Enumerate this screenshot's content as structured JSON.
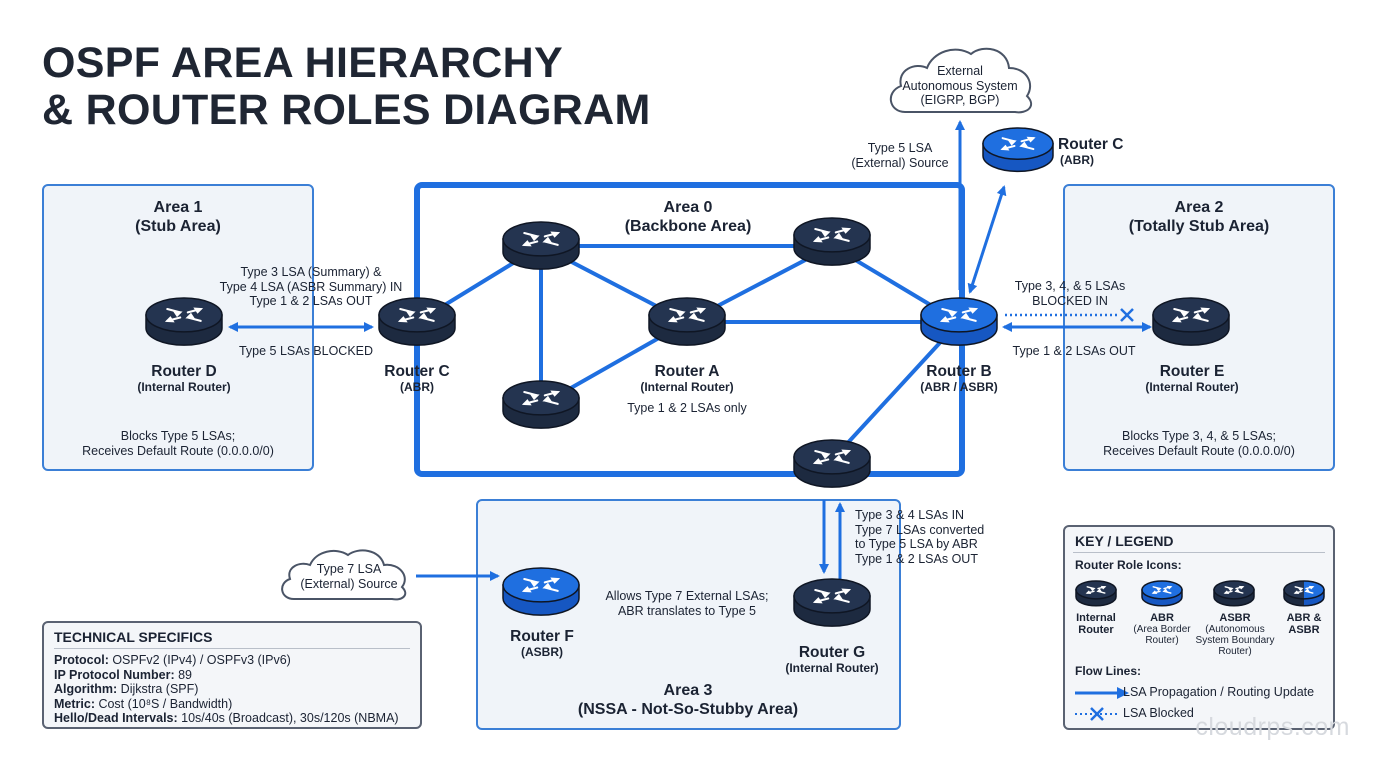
{
  "title": {
    "line1": "OSPF AREA HIERARCHY",
    "line2": "& ROUTER ROLES DIAGRAM"
  },
  "external_as": {
    "line1": "External",
    "line2": "Autonomous System",
    "line3": "(EIGRP, BGP)"
  },
  "type5_source": {
    "line1": "Type 5 LSA",
    "line2": "(External) Source"
  },
  "type7_source": {
    "line1": "Type 7 LSA",
    "line2": "(External) Source"
  },
  "areas": {
    "area1": {
      "title": "Area 1",
      "subtitle": "(Stub Area)",
      "note1": "Blocks Type 5 LSAs;",
      "note2": "Receives Default Route (0.0.0.0/0)"
    },
    "area0": {
      "title": "Area 0",
      "subtitle": "(Backbone Area)"
    },
    "area2": {
      "title": "Area 2",
      "subtitle": "(Totally Stub Area)",
      "note1": "Blocks Type 3, 4, & 5 LSAs;",
      "note2": "Receives Default Route (0.0.0.0/0)"
    },
    "area3": {
      "title": "Area 3",
      "subtitle": "(NSSA - Not-So-Stubby Area)",
      "note1": "Allows Type 7 External LSAs;",
      "note2": "ABR translates to Type 5"
    }
  },
  "routers": {
    "d": {
      "name": "Router D",
      "role": "(Internal Router)"
    },
    "c": {
      "name": "Router C",
      "role": "(ABR)"
    },
    "a": {
      "name": "Router A",
      "role": "(Internal Router)",
      "note": "Type 1 & 2 LSAs only"
    },
    "b": {
      "name": "Router B",
      "role": "(ABR / ASBR)"
    },
    "e": {
      "name": "Router E",
      "role": "(Internal Router)"
    },
    "c_top": {
      "name": "Router C",
      "role": "(ABR)"
    },
    "f": {
      "name": "Router F",
      "role": "(ASBR)"
    },
    "g": {
      "name": "Router G",
      "role": "(Internal Router)"
    }
  },
  "flows": {
    "c_d_1": "Type 3 LSA (Summary) &",
    "c_d_2": "Type 4 LSA (ASBR Summary) IN",
    "c_d_3": "Type 1 & 2 LSAs OUT",
    "c_d_4": "Type 5 LSAs BLOCKED",
    "b_e_1": "Type 3, 4, & 5 LSAs",
    "b_e_2": "BLOCKED IN",
    "b_e_3": "Type 1 & 2 LSAs OUT",
    "g_1": "Type 3 & 4 LSAs IN",
    "g_2": "Type 7 LSAs converted",
    "g_3": "to Type 5 LSA by ABR",
    "g_4": "Type 1 & 2 LSAs OUT"
  },
  "specs": {
    "heading": "TECHNICAL SPECIFICS",
    "rows": [
      {
        "key": "Protocol:",
        "value": "OSPFv2 (IPv4) / OSPFv3 (IPv6)"
      },
      {
        "key": "IP Protocol Number:",
        "value": "89"
      },
      {
        "key": "Algorithm:",
        "value": "Dijkstra (SPF)"
      },
      {
        "key": "Metric:",
        "value": "Cost (10⁸S / Bandwidth)"
      },
      {
        "key": "Hello/Dead Intervals:",
        "value": "10s/40s (Broadcast), 30s/120s (NBMA)"
      }
    ]
  },
  "legend": {
    "heading": "KEY / LEGEND",
    "router_icons_label": "Router Role Icons:",
    "internal_1": "Internal",
    "internal_2": "Router",
    "abr_1": "ABR",
    "abr_2": "(Area Border",
    "abr_3": "Router)",
    "asbr_1": "ASBR",
    "asbr_2": "(Autonomous",
    "asbr_3": "System Boundary",
    "asbr_4": "Router)",
    "abrasbr_1": "ABR &",
    "abrasbr_2": "ASBR",
    "flow_lines_label": "Flow Lines:",
    "propagation": "LSA Propagation / Routing Update",
    "blocked": "LSA Blocked"
  },
  "watermark": "cloudrps.com",
  "colors": {
    "dark_router": "#1d2a40",
    "blue_router": "#1f6fe0",
    "line_blue": "#1f6fe0",
    "area_border": "#3b7fd6"
  }
}
